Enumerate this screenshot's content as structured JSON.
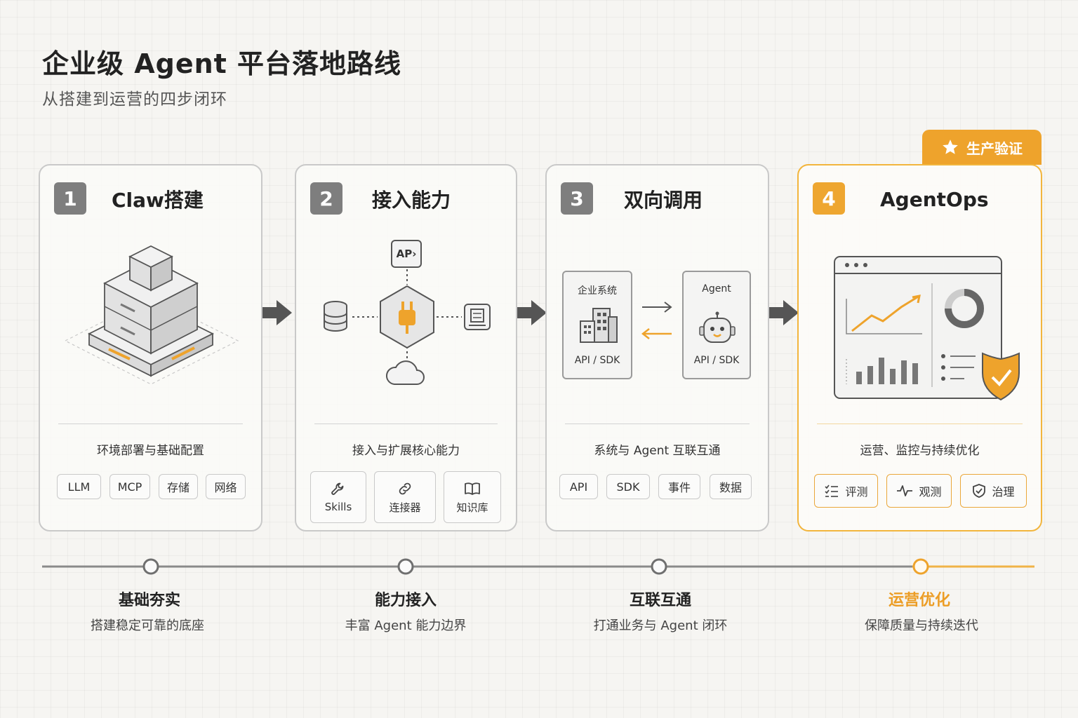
{
  "header": {
    "title": "企业级 Agent 平台落地路线",
    "subtitle": "从搭建到运营的四步闭环"
  },
  "badge": {
    "label": "生产验证",
    "icon": "star-icon"
  },
  "cards": [
    {
      "number": "1",
      "title": "Claw搭建",
      "desc": "环境部署与基础配置",
      "chips": [
        "LLM",
        "MCP",
        "存储",
        "网络"
      ]
    },
    {
      "number": "2",
      "title": "接入能力",
      "desc": "接入与扩展核心能力",
      "api_label": "AP",
      "chips": [
        {
          "label": "Skills",
          "icon": "wrench-icon"
        },
        {
          "label": "连接器",
          "icon": "link-icon"
        },
        {
          "label": "知识库",
          "icon": "book-icon"
        }
      ]
    },
    {
      "number": "3",
      "title": "双向调用",
      "desc": "系统与 Agent 互联互通",
      "left_box": {
        "title": "企业系统",
        "sub": "API / SDK"
      },
      "right_box": {
        "title": "Agent",
        "sub": "API / SDK"
      },
      "chips": [
        "API",
        "SDK",
        "事件",
        "数据"
      ]
    },
    {
      "number": "4",
      "title": "AgentOps",
      "desc": "运营、监控与持续优化",
      "chips": [
        {
          "label": "评测",
          "icon": "checklist-icon"
        },
        {
          "label": "观测",
          "icon": "pulse-icon"
        },
        {
          "label": "治理",
          "icon": "shield-check-icon"
        }
      ]
    }
  ],
  "timeline": [
    {
      "title": "基础夯实",
      "desc": "搭建稳定可靠的底座"
    },
    {
      "title": "能力接入",
      "desc": "丰富 Agent 能力边界"
    },
    {
      "title": "互联互通",
      "desc": "打通业务与 Agent 闭环"
    },
    {
      "title": "运营优化",
      "desc": "保障质量与持续迭代"
    }
  ],
  "colors": {
    "accent": "#eea32c",
    "gray": "#7e7e7e",
    "border": "#c9c9c9"
  }
}
